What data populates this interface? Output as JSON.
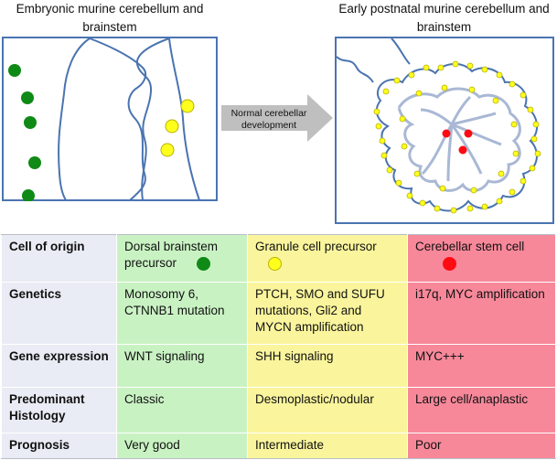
{
  "captions": {
    "left": "Embryonic murine cerebellum and brainstem",
    "right": "Early postnatal murine cerebellum and brainstem"
  },
  "arrow_label": "Normal cerebellar development",
  "colors": {
    "outline": "#4a74b0",
    "dot_green": "#0f8a16",
    "dot_yellow": "#ffff1e",
    "dot_red": "#ff0a12",
    "col_green": "#c9f2c3",
    "col_yellow": "#faf59c",
    "col_red": "#f7889a",
    "row_header": "#e9ecf4",
    "arrow": "#bfbfbf"
  },
  "table": {
    "rows": [
      {
        "header": "Cell of origin",
        "wnt": "Dorsal brainstem precursor",
        "shh": "Granule cell precursor",
        "myc": "Cerebellar stem cell"
      },
      {
        "header": "Genetics",
        "wnt": "Monosomy 6, CTNNB1 mutation",
        "shh": "PTCH, SMO and SUFU mutations, Gli2 and MYCN amplification",
        "myc": "i17q, MYC amplification"
      },
      {
        "header": "Gene expression",
        "wnt": "WNT signaling",
        "shh": "SHH signaling",
        "myc": "MYC+++"
      },
      {
        "header": "Predominant Histology",
        "wnt": "Classic",
        "shh": "Desmoplastic/nodular",
        "myc": "Large cell/anaplastic"
      },
      {
        "header": "Prognosis",
        "wnt": "Very good",
        "shh": "Intermediate",
        "myc": "Poor"
      }
    ]
  }
}
